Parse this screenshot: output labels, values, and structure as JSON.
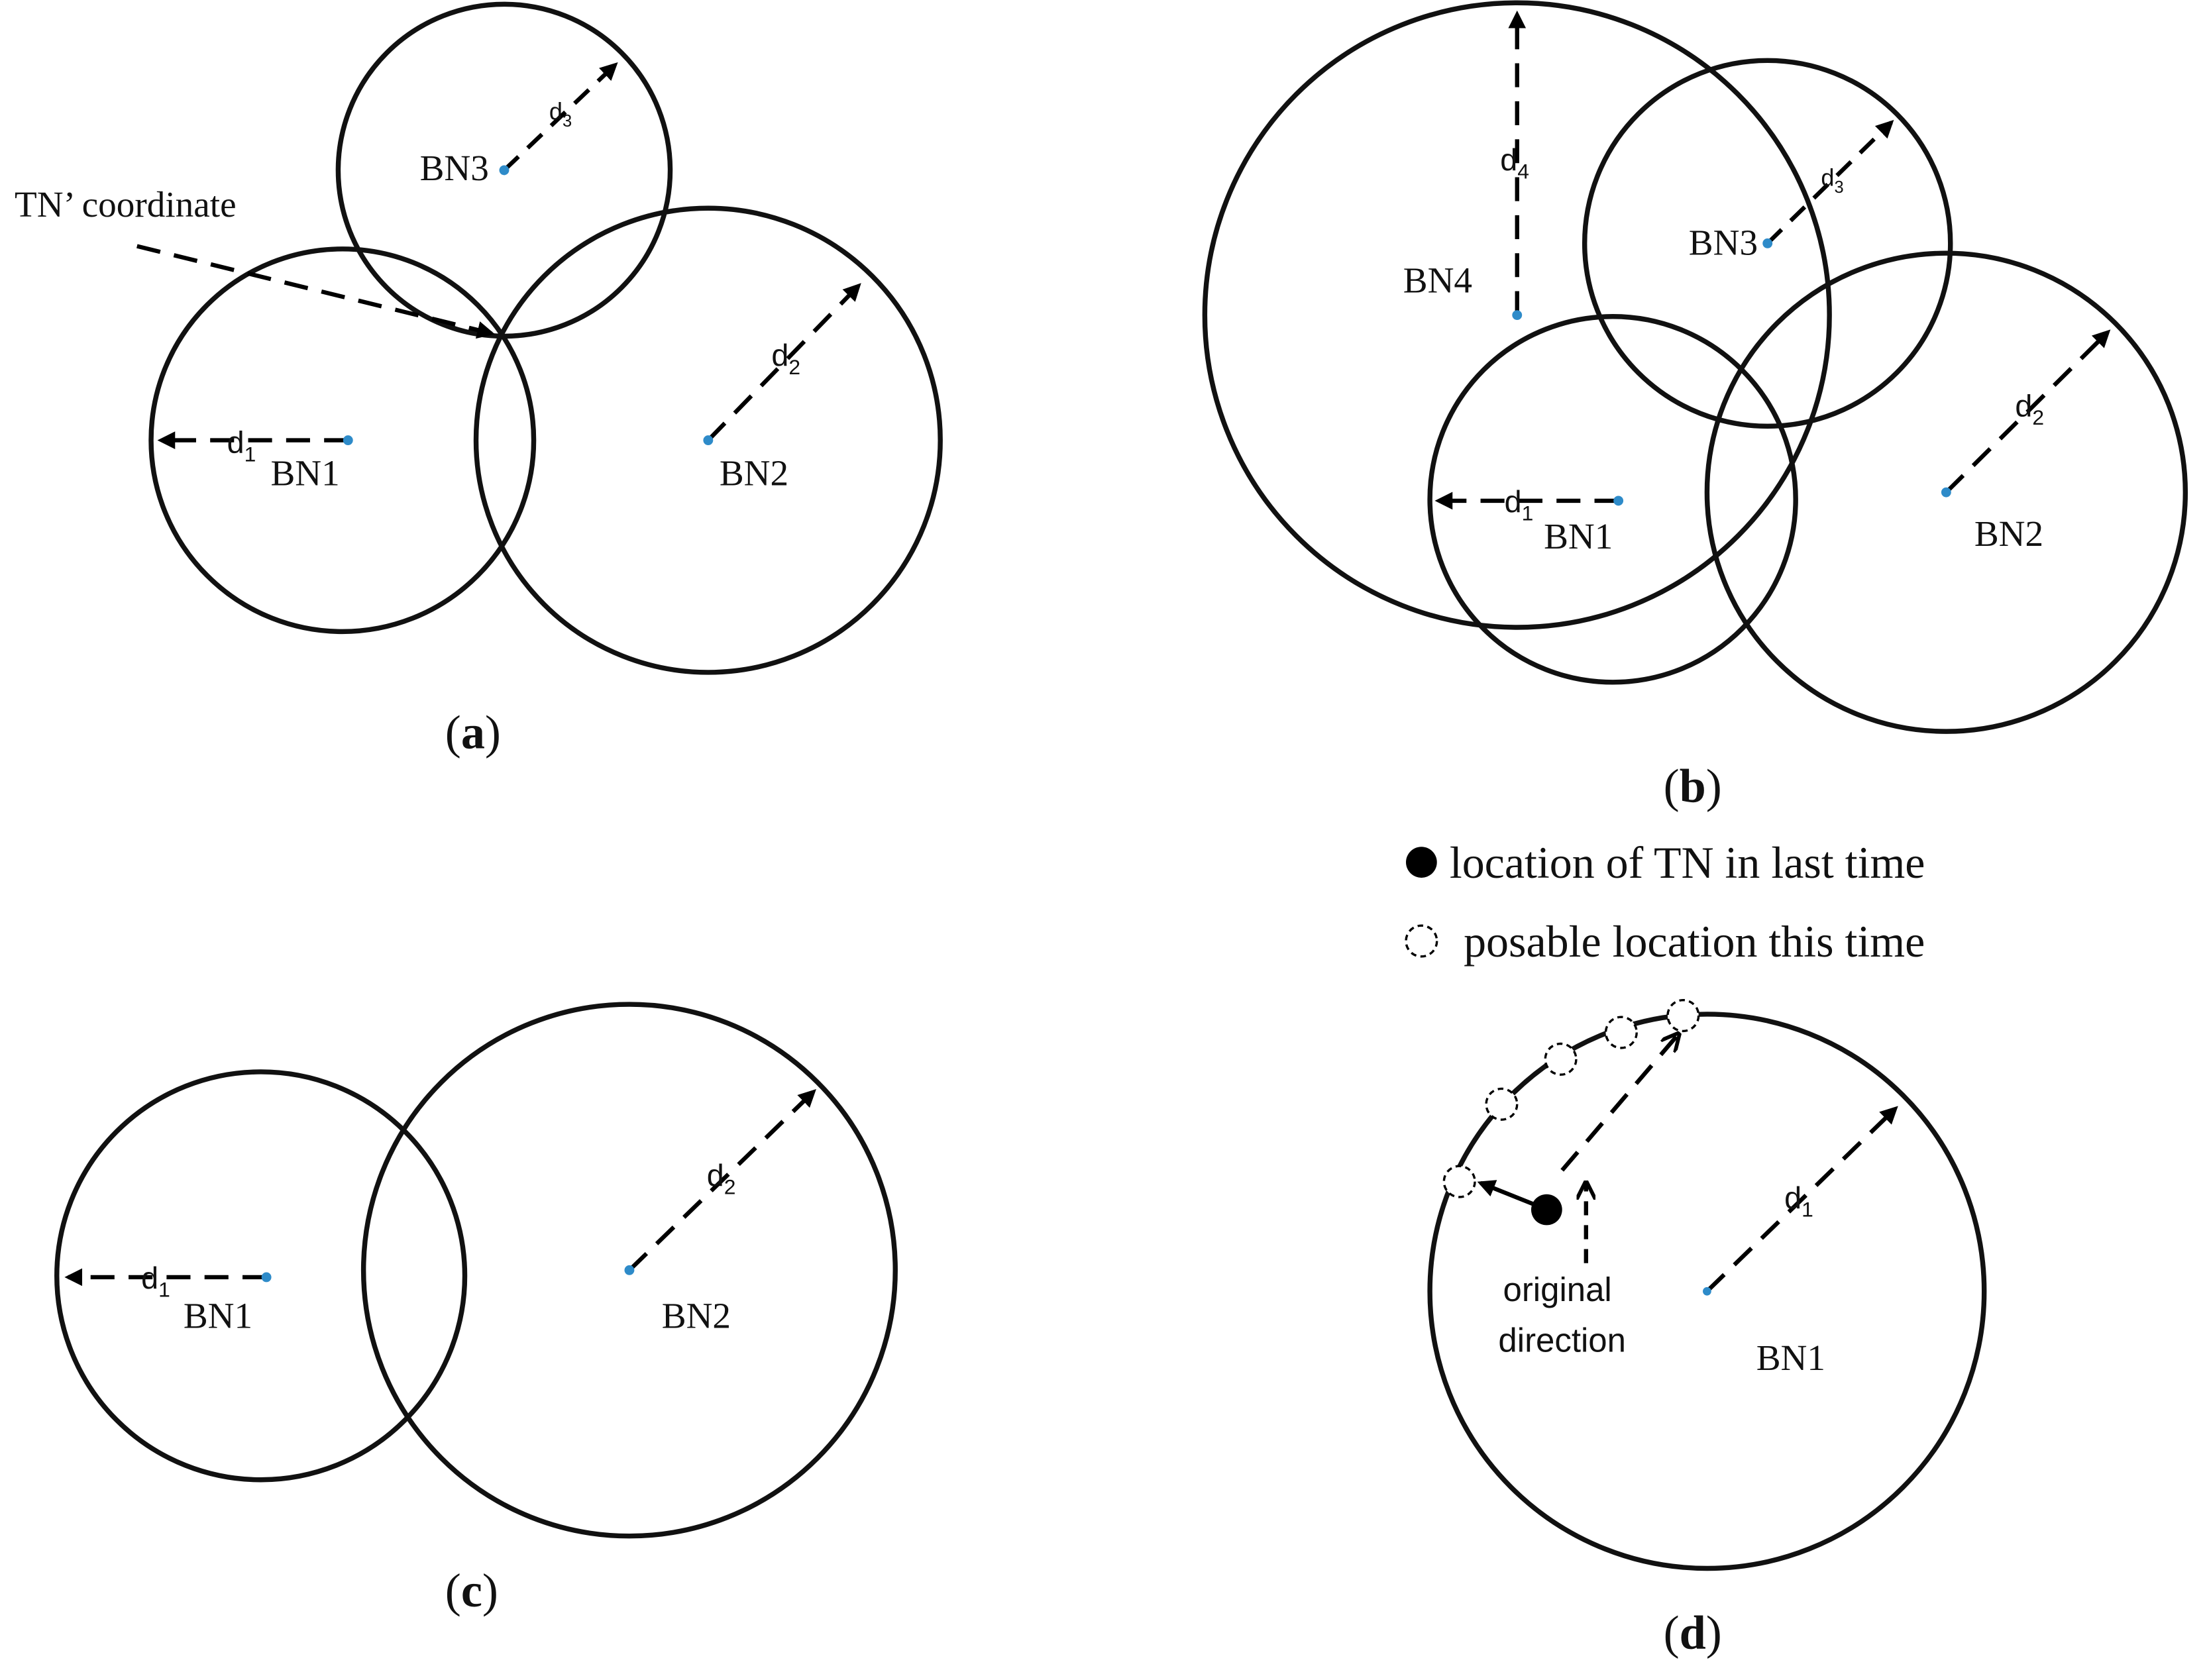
{
  "panels": {
    "a": {
      "caption_open": "(",
      "caption_letter": "a",
      "caption_close": ")",
      "bn1": "BN1",
      "bn2": "BN2",
      "bn3": "BN3",
      "d1": "d",
      "d1_sub": "1",
      "d2": "d",
      "d2_sub": "2",
      "d3": "d",
      "d3_sub": "3",
      "annotation": "TN’  coordinate"
    },
    "b": {
      "caption_open": "(",
      "caption_letter": "b",
      "caption_close": ")",
      "bn1": "BN1",
      "bn2": "BN2",
      "bn3": "BN3",
      "bn4": "BN4",
      "d1": "d",
      "d1_sub": "1",
      "d2": "d",
      "d2_sub": "2",
      "d3": "d",
      "d3_sub": "3",
      "d4": "d",
      "d4_sub": "4"
    },
    "c": {
      "caption_open": "(",
      "caption_letter": "c",
      "caption_close": ")",
      "bn1": "BN1",
      "bn2": "BN2",
      "d1": "d",
      "d1_sub": "1",
      "d2": "d",
      "d2_sub": "2"
    },
    "d": {
      "caption_open": "(",
      "caption_letter": "d",
      "caption_close": ")",
      "bn1": "BN1",
      "d1": "d",
      "d1_sub": "1",
      "direction_line1": "original",
      "direction_line2": "direction",
      "legend_filled": "location of TN in last time",
      "legend_dashed": "posable location this time"
    }
  },
  "colors": {
    "node": "#2e8bc9",
    "line": "#000000",
    "background": "#ffffff"
  }
}
